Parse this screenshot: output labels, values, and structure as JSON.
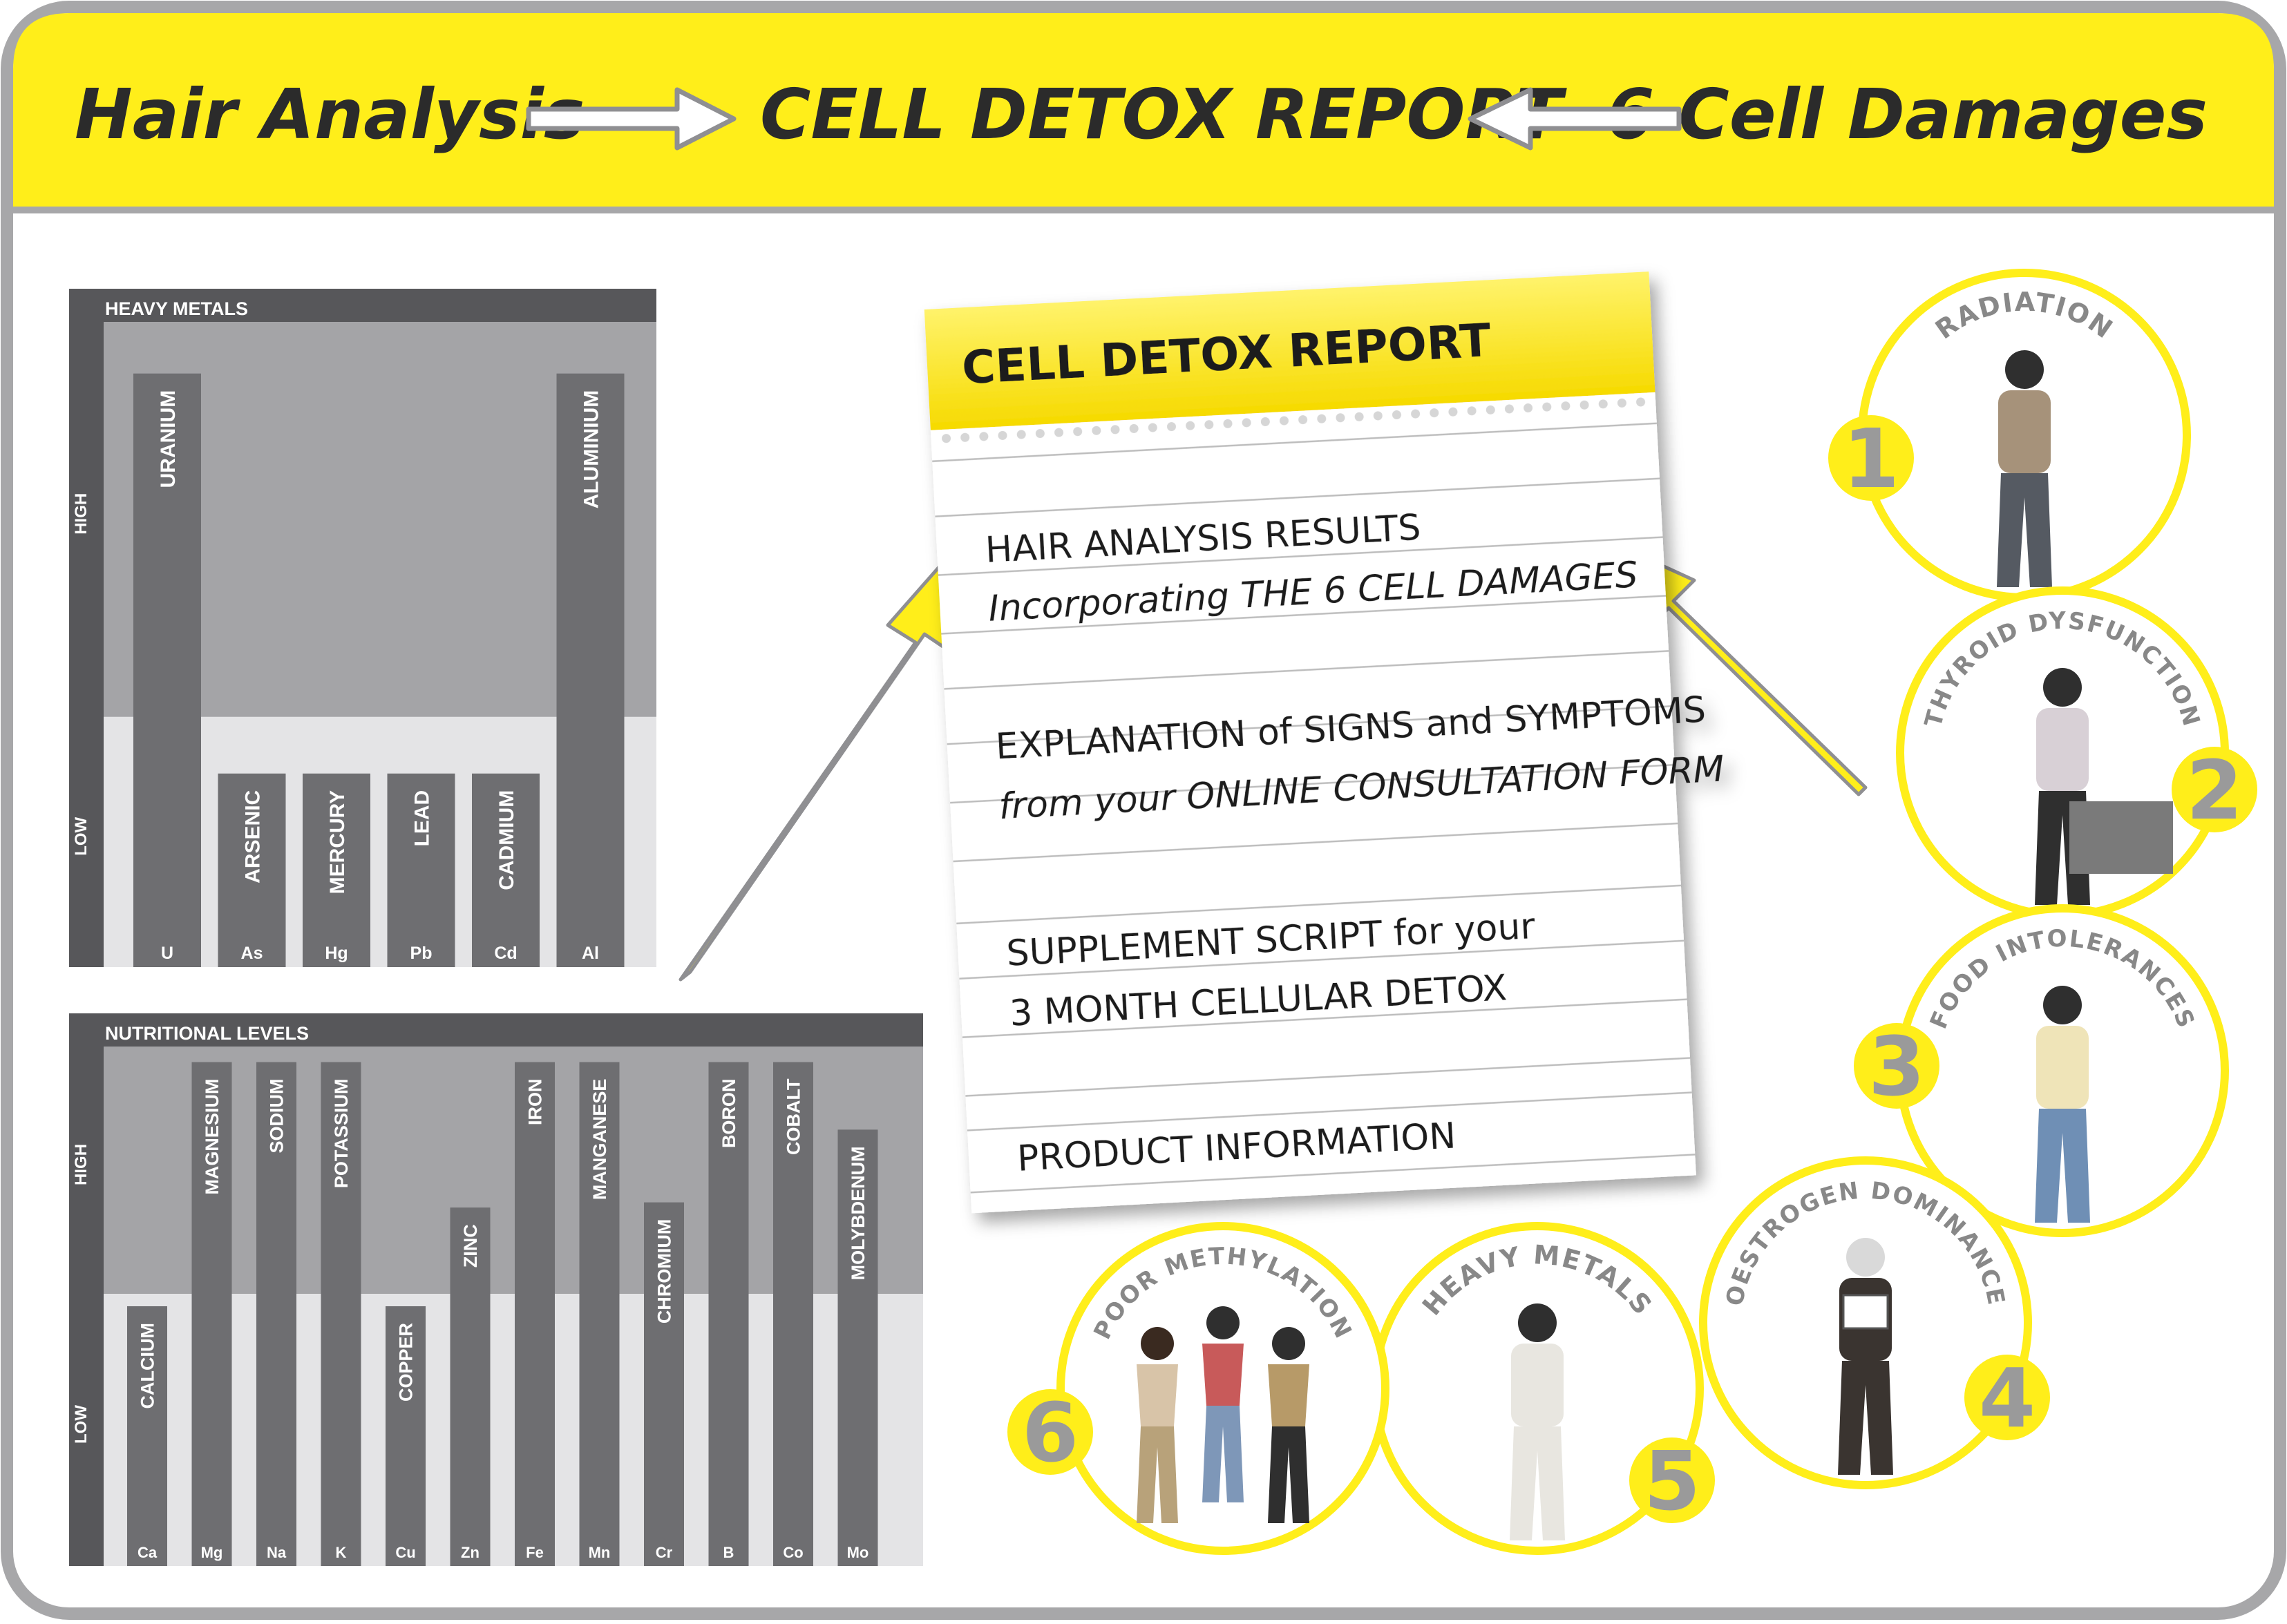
{
  "header": {
    "left": "Hair Analysis",
    "center": "CELL DETOX REPORT",
    "right": "6 Cell Damages"
  },
  "charts": {
    "heavy_metals": {
      "title": "HEAVY METALS",
      "high_label": "HIGH",
      "low_label": "LOW",
      "bars": [
        {
          "name": "URANIUM",
          "symbol": "U",
          "level": 0.92
        },
        {
          "name": "ARSENIC",
          "symbol": "As",
          "level": 0.3
        },
        {
          "name": "MERCURY",
          "symbol": "Hg",
          "level": 0.3
        },
        {
          "name": "LEAD",
          "symbol": "Pb",
          "level": 0.3
        },
        {
          "name": "CADMIUM",
          "symbol": "Cd",
          "level": 0.3
        },
        {
          "name": "ALUMINIUM",
          "symbol": "Al",
          "level": 0.92
        }
      ]
    },
    "nutritional_levels": {
      "title": "NUTRITIONAL LEVELS",
      "high_label": "HIGH",
      "low_label": "LOW",
      "bars": [
        {
          "name": "CALCIUM",
          "symbol": "Ca",
          "level": 0.5
        },
        {
          "name": "MAGNESIUM",
          "symbol": "Mg",
          "level": 0.97
        },
        {
          "name": "SODIUM",
          "symbol": "Na",
          "level": 0.97
        },
        {
          "name": "POTASSIUM",
          "symbol": "K",
          "level": 0.97
        },
        {
          "name": "COPPER",
          "symbol": "Cu",
          "level": 0.5
        },
        {
          "name": "ZINC",
          "symbol": "Zn",
          "level": 0.69
        },
        {
          "name": "IRON",
          "symbol": "Fe",
          "level": 0.97
        },
        {
          "name": "MANGANESE",
          "symbol": "Mn",
          "level": 0.97
        },
        {
          "name": "CHROMIUM",
          "symbol": "Cr",
          "level": 0.7
        },
        {
          "name": "BORON",
          "symbol": "B",
          "level": 0.97
        },
        {
          "name": "COBALT",
          "symbol": "Co",
          "level": 0.97
        },
        {
          "name": "MOLYBDENUM",
          "symbol": "Mo",
          "level": 0.84
        }
      ]
    }
  },
  "report": {
    "title": "CELL DETOX REPORT",
    "lines": [
      "HAIR ANALYSIS RESULTS",
      "Incorporating THE 6 CELL DAMAGES",
      "EXPLANATION of SIGNS and SYMPTOMS",
      "from your ONLINE CONSULTATION FORM",
      "SUPPLEMENT SCRIPT for your",
      "3 MONTH CELLULAR DETOX",
      "PRODUCT INFORMATION"
    ]
  },
  "damages": [
    {
      "number": "1",
      "label": "RADIATION",
      "figure": "woman-phone-figure-icon"
    },
    {
      "number": "2",
      "label": "THYROID DYSFUNCTION",
      "figure": "seated-woman-figure-icon"
    },
    {
      "number": "3",
      "label": "FOOD INTOLERANCES",
      "figure": "jumping-girl-figure-icon"
    },
    {
      "number": "4",
      "label": "OESTROGEN DOMINANCE",
      "figure": "man-with-sign-figure-icon"
    },
    {
      "number": "5",
      "label": "HEAVY METALS",
      "figure": "plumber-figure-icon"
    },
    {
      "number": "6",
      "label": "POOR METHYLATION",
      "figure": "three-women-figure-icon"
    }
  ],
  "colors": {
    "yellow": "#FFEE1A",
    "frame": "#A7A7A9",
    "bar": "#6E6E71",
    "panel": "#A4A4A7",
    "panel_dark": "#57575A",
    "panel_low": "#E4E4E6",
    "number": "#9A9A9A"
  }
}
